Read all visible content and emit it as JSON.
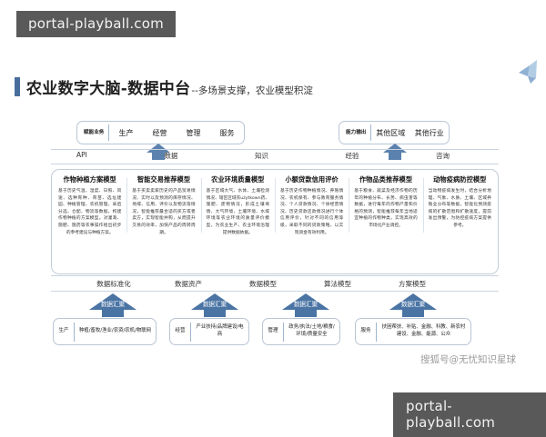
{
  "watermarks": {
    "top": "portal-playball.com",
    "bottom": "portal-playball.com",
    "sohu": "搜狐号@无忧知识星球"
  },
  "header": {
    "title": "农业数字大脑-数据中台",
    "subtitle": "--多场景支撑，农业模型积淀",
    "accent_color": "#4a6e9c"
  },
  "top_capsules": [
    {
      "label": "赋能业务",
      "items": [
        "生产",
        "经营",
        "管理",
        "服务"
      ]
    },
    {
      "label": "能力输出",
      "items": [
        "其他区域",
        "其他行业"
      ]
    }
  ],
  "api_row": [
    "API",
    "数据",
    "知识",
    "经验",
    "咨询"
  ],
  "cards": [
    {
      "title": "作物种植方案模型",
      "body": "基于历史气温、湿度、日照、风速、选种育种、育苗、选址建园、种植管理、农机管理、采后分选、仓配、物流等数据，构建作物种植的方案模型。对灌溉、施肥、施药等农事操作给出初步的参考建议与种植方案。"
    },
    {
      "title": "智能交易推荐模型",
      "body": "基于买卖卖家历史的产品贸易情况、实时以及预测的库存情况、地域、信用、评价以及物流等情况，智能推荐最合适的买方或者卖方，实现智能并购，从而提升交易的效率，加快产品的周转周期。"
    },
    {
      "title": "农业环境质量模型",
      "body": "基于区域大气、水体、土壤检测情况、辖区区域农użytkown药、施肥、废物情况，形成土壤墒情、大气环境、土壤环境、水域环境等农业环境的质量评价模型，为农业生产、农业环境治理提供数据依据。"
    },
    {
      "title": "小额贷款信用评价",
      "body": "基于历史作物种植情况、养殖情况、农机保有、参与教育服务情况、个人贷款情况、个体经营情况、历史贷款还款情况进行个体信用评价，针对不同的信用等级，采取不同的贷款策略，以实现资金有效利用。"
    },
    {
      "title": "作物品类推荐模型",
      "body": "基于粮食、蔬菜及经济作物的历年的种植分布、长势、病虫害等数据，进行每年的作物产量和价格的预测，智能推荐每年当地适宜种植的作物种类，实现高效的市场化产业调控。"
    },
    {
      "title": "动物疫病防控模型",
      "body": "当动物疫病发生时，结合分析地理、气象、水质、土壤、区域养殖业分布等数据，智能化预测疫病的扩散范围和扩散速度，提前发出预警，为防控疫病方案提供参考。"
    }
  ],
  "level_labels": [
    "数据标准化",
    "数据资产",
    "数据模型",
    "算法模型",
    "方案模型"
  ],
  "arrow_label": "数据汇聚",
  "bottom_capsules": [
    {
      "key": "生产",
      "value": "种植/畜牧/渔业/农资/农机/物联网"
    },
    {
      "key": "经营",
      "value": "产业扶持/品牌建设/电商"
    },
    {
      "key": "管理",
      "value": "政务/执法/土地/粮食/环境/质量安全"
    },
    {
      "key": "服务",
      "value": "扶困帮扶、补贴、金融、科教、新农村建设、金融、能源、公众"
    }
  ]
}
